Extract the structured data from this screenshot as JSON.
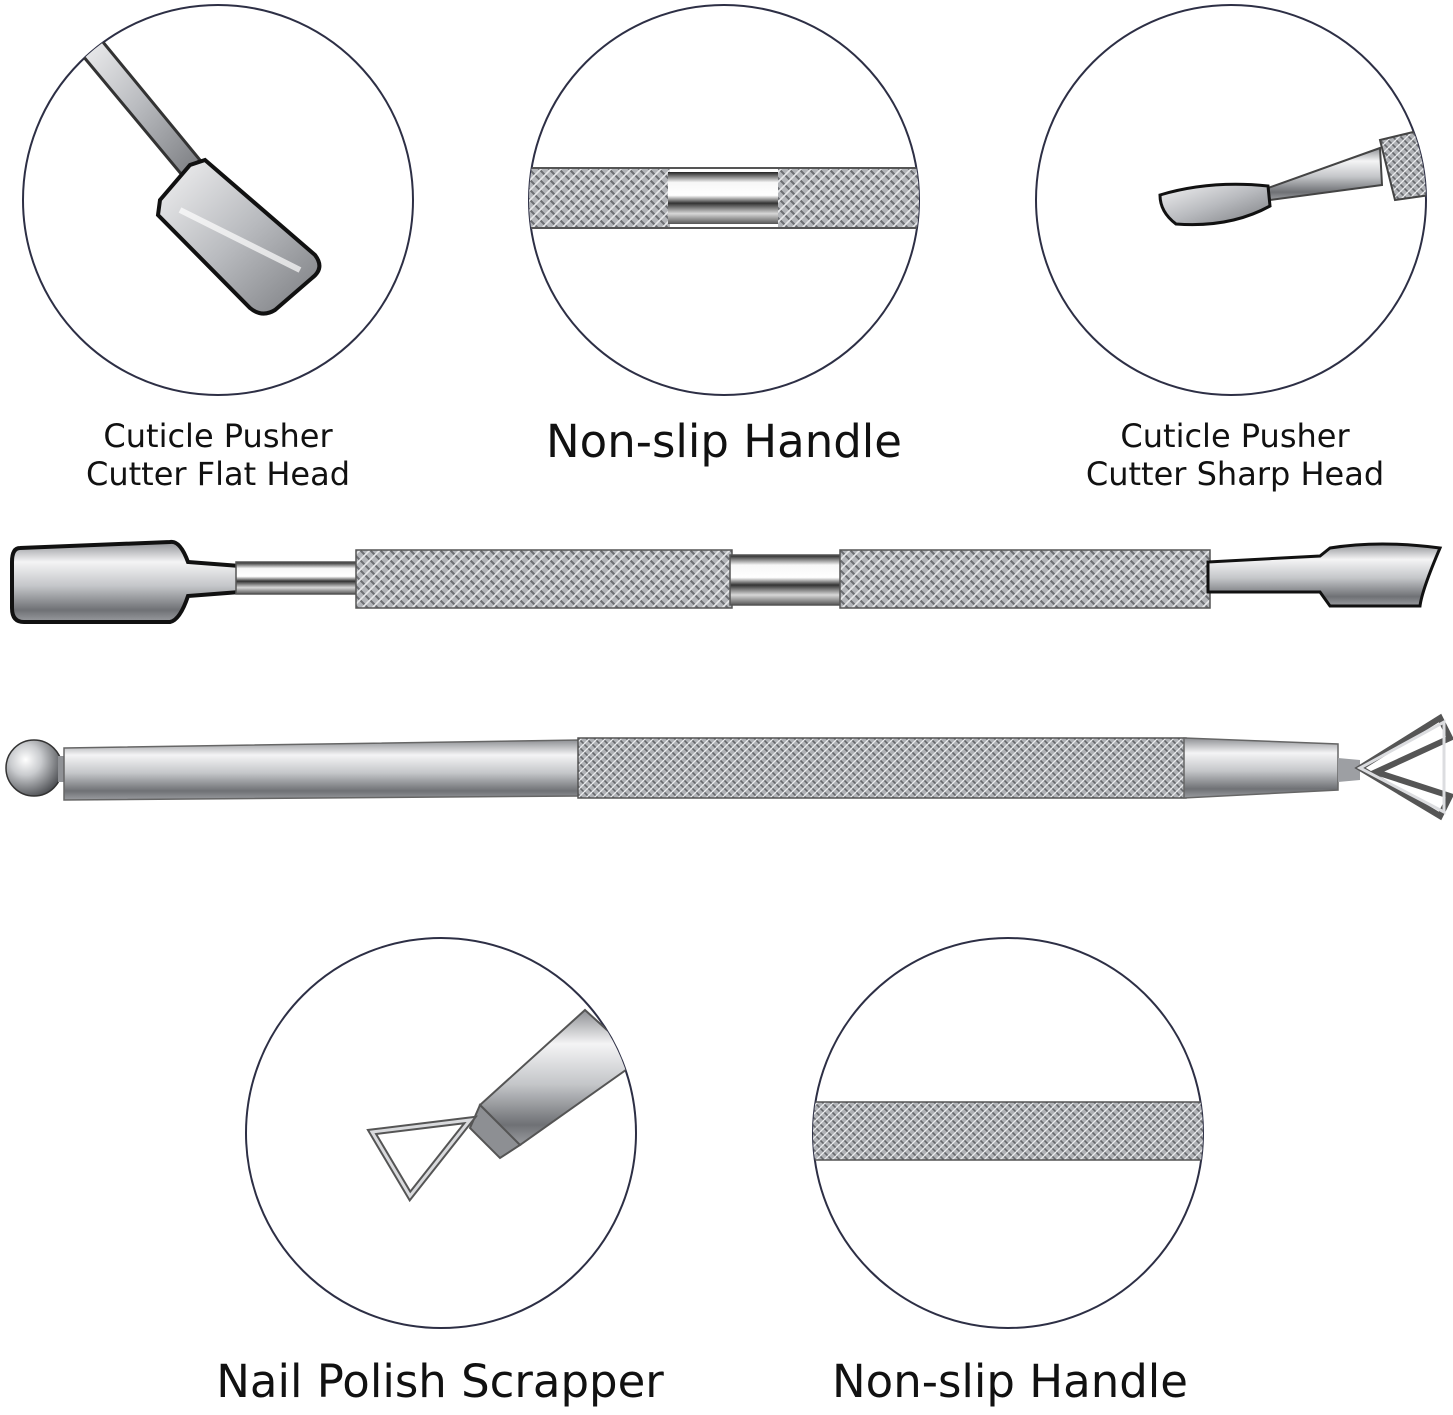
{
  "captions": {
    "flat_head": {
      "line1": "Cuticle Pusher",
      "line2": "Cutter Flat Head"
    },
    "handle_top": "Non-slip Handle",
    "sharp_head": {
      "line1": "Cuticle Pusher",
      "line2": "Cutter Sharp Head"
    },
    "scrapper": "Nail Polish Scrapper",
    "handle_bottom": "Non-slip Handle"
  },
  "colors": {
    "circle_outline": "#2d2f45",
    "steel_light": "#e6e6e8",
    "steel_mid": "#a9abaf",
    "steel_dark": "#4a4c50",
    "tool_outline": "#111111"
  },
  "icons": [
    "flat-head-closeup",
    "knurled-handle-closeup",
    "sharp-head-closeup",
    "cuticle-pusher-tool",
    "scrapper-tool",
    "triangle-scrapper-closeup"
  ]
}
